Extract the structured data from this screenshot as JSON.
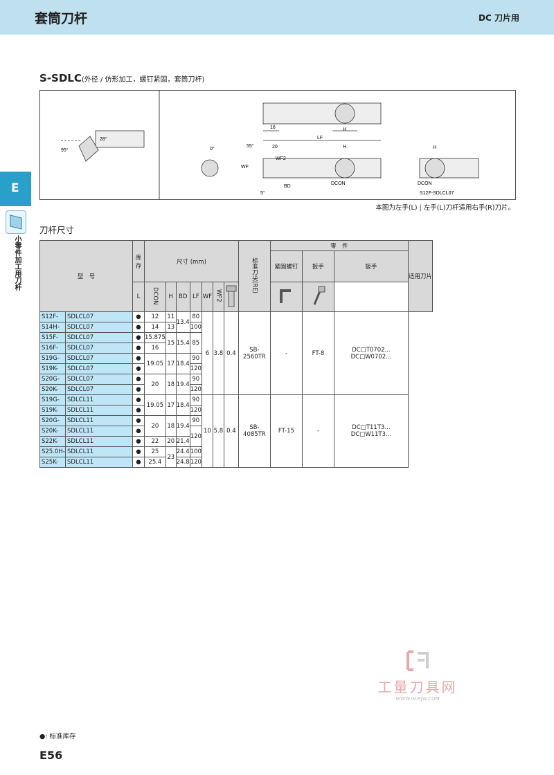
{
  "header": {
    "title": "套筒刀杆",
    "right": "DC 刀片用"
  },
  "sidebar": {
    "tab": "E",
    "label": "小零件加工用刀杆"
  },
  "section": {
    "code": "S-SDLC",
    "desc": "(外径 / 仿形加工，螺钉紧固，套筒刀杆)"
  },
  "drawing": {
    "labels": [
      "28°",
      "95°",
      "16",
      "H",
      "LF",
      "55°",
      "20",
      "H",
      "WF2",
      "WF",
      "BD",
      "DCON",
      "5°",
      "0°",
      "H",
      "DCON",
      "S12F-SDLCL07"
    ]
  },
  "caption": "本图为左手(L) | 左手(L)刀杆适用右手(R)刀片。",
  "subsection": "刀杆尺寸",
  "table": {
    "headers": {
      "model": "型　号",
      "stock": "库存",
      "dims": "尺寸 (mm)",
      "re": "标准刀尖(RE)",
      "parts": "零　件",
      "screw": "紧固螺钉",
      "wrench1": "扳手",
      "wrench2": "扳手",
      "inserts": "适用刀片",
      "L": "L",
      "DCON": "DCON",
      "H": "H",
      "BD": "BD",
      "LF": "LF",
      "WF": "WF",
      "WF2": "WF2"
    },
    "stock_mark": "●",
    "group1": {
      "rows": [
        {
          "a": "S12F-",
          "b": "SDLCL07",
          "dcon": "12",
          "h": "11",
          "lf": "80"
        },
        {
          "a": "S14H-",
          "b": "SDLCL07",
          "dcon": "14",
          "h": "13",
          "lf": "100"
        },
        {
          "a": "S15F-",
          "b": "SDLCL07",
          "dcon": "15.875",
          "lf": "85"
        },
        {
          "a": "S16F-",
          "b": "SDLCL07",
          "dcon": "16",
          "lf": ""
        },
        {
          "a": "S19G-",
          "b": "SDLCL07",
          "lf": "90"
        },
        {
          "a": "S19K-",
          "b": "SDLCL07",
          "lf": "120"
        },
        {
          "a": "S20G-",
          "b": "SDLCL07",
          "lf": "90"
        },
        {
          "a": "S20K-",
          "b": "SDLCL07",
          "lf": "120"
        }
      ],
      "bd_a": "13.4",
      "h_b": "15",
      "bd_b": "15.4",
      "dcon_c": "19.05",
      "h_c": "17",
      "bd_c": "18.4",
      "dcon_d": "20",
      "h_d": "18",
      "bd_d": "19.4",
      "wf": "6",
      "wf2": "3.8",
      "re": "0.4",
      "screw": "SB-2560TR",
      "wrench1": "-",
      "wrench2": "FT-8",
      "insert1": "DC□T0702...",
      "insert2": "DC□W0702..."
    },
    "group2": {
      "rows": [
        {
          "a": "S19G-",
          "b": "SDLCL11",
          "lf": "90"
        },
        {
          "a": "S19K-",
          "b": "SDLCL11",
          "lf": "120"
        },
        {
          "a": "S20G-",
          "b": "SDLCL11",
          "lf": "90"
        },
        {
          "a": "S20K-",
          "b": "SDLCL11",
          "lf": ""
        },
        {
          "a": "S22K-",
          "b": "SDLCL11",
          "dcon": "22",
          "h": "20",
          "bd": "21.4"
        },
        {
          "a": "S25.0H-",
          "b": "SDLCL11",
          "dcon": "25",
          "bd": "24.4",
          "lf": "100"
        },
        {
          "a": "S25K-",
          "b": "SDLCL11",
          "dcon": "25.4",
          "bd": "24.8",
          "lf": "120"
        }
      ],
      "dcon_a": "19.05",
      "h_a": "17",
      "bd_a": "18.4",
      "dcon_b": "20",
      "h_b": "18",
      "bd_b": "19.4",
      "lf_c": "120",
      "h_e": "23",
      "wf": "10",
      "wf2": "5.8",
      "re": "0.4",
      "screw": "SB-4085TR",
      "wrench1": "FT-15",
      "wrench2": "-",
      "insert1": "DC□T11T3...",
      "insert2": "DC□W11T3..."
    }
  },
  "legend": "●: 标准库存",
  "page_number": "E56",
  "watermark": {
    "name": "工量刀具网",
    "url": "WWW.GLRJW.COM"
  }
}
